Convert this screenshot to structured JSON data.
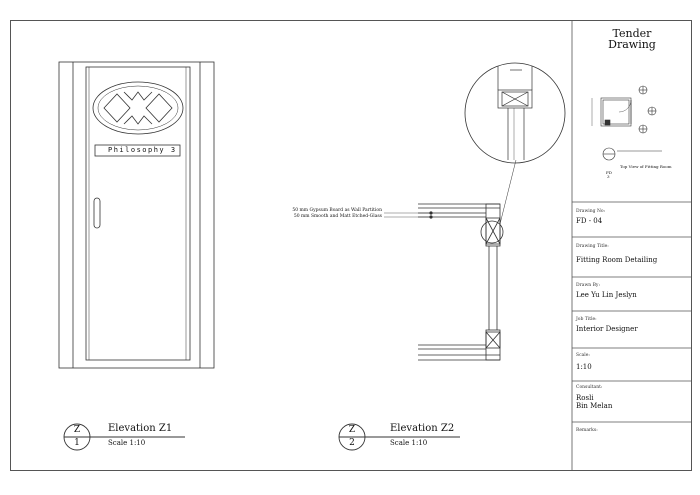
{
  "title_block": {
    "heading_line1": "Tender",
    "heading_line2": "Drawing",
    "key_plan": {
      "ref_letters": "FD",
      "ref_number": "3",
      "caption": "Top View of Fitting Room"
    },
    "drawing_no_label": "Drawing No:",
    "drawing_no": "FD - 04",
    "drawing_title_label": "Drawing Title:",
    "drawing_title": "Fitting Room Detailing",
    "drawn_by_label": "Drawn By:",
    "drawn_by": "Lee Yu Lin Jeslyn",
    "job_title_label": "Job Title:",
    "job_title": "Interior Designer",
    "scale_label": "Scale:",
    "scale": "1:10",
    "consultant_label": "Consultant:",
    "consultant_line1": "Rosli",
    "consultant_line2": "Bin Melan",
    "remarks_label": "Remarks:"
  },
  "door": {
    "sign_text": "Philosophy 3"
  },
  "notes": {
    "line1": "50 mm Gypsum Board as Wall Partition",
    "line2": "50 mm Smooth and Matt Etched-Glass"
  },
  "elevation_z1": {
    "letter": "Z",
    "number": "1",
    "title": "Elevation Z1",
    "scale": "Scale 1:10"
  },
  "elevation_z2": {
    "letter": "Z",
    "number": "2",
    "title": "Elevation Z2",
    "scale": "Scale 1:10"
  }
}
